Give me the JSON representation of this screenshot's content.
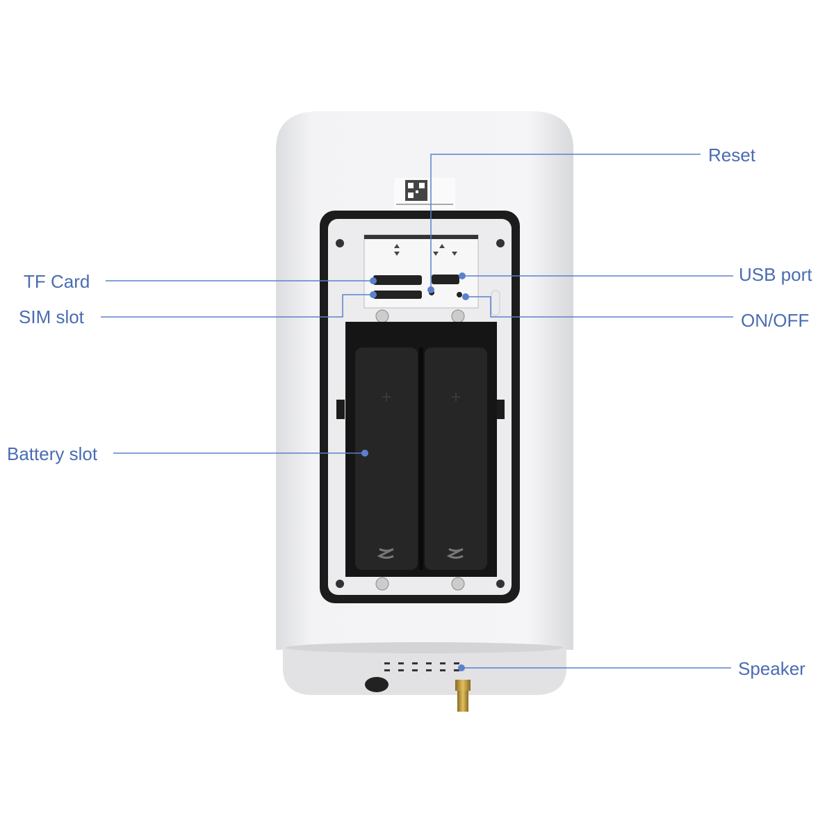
{
  "labels": {
    "reset": "Reset",
    "usb_port": "USB port",
    "on_off": "ON/OFF",
    "tf_card": "TF Card",
    "sim_slot": "SIM slot",
    "battery_slot": "Battery slot",
    "speaker": "Speaker"
  },
  "colors": {
    "leader_line": "#5b80cc",
    "label_text": "#4a6cb3",
    "device_body": "#efeff1",
    "gasket": "#1c1c1c"
  }
}
